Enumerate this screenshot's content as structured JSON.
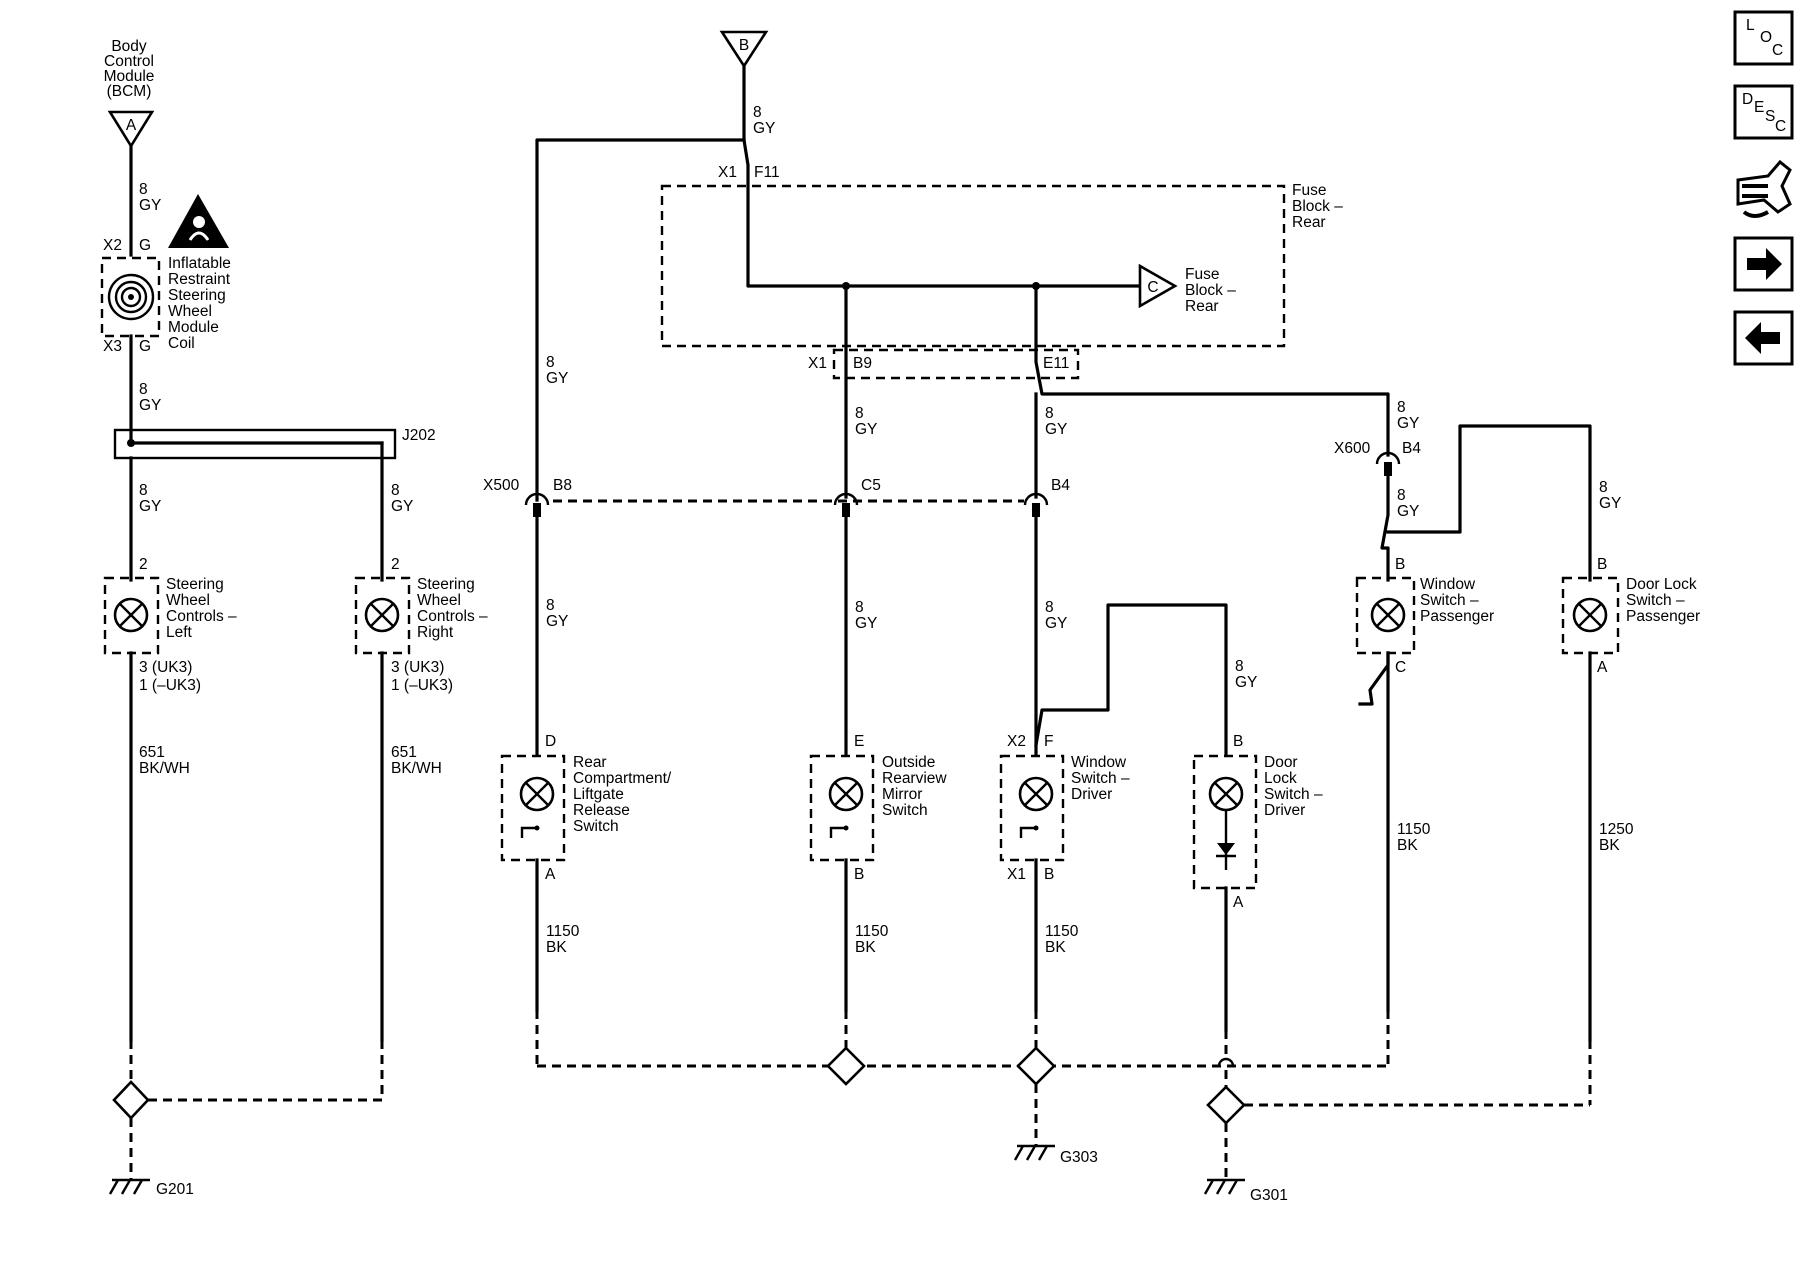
{
  "bcm": {
    "lines": [
      "Body",
      "Control",
      "Module",
      "(BCM)"
    ]
  },
  "connectors": {
    "A": "A",
    "B": "B",
    "C": "C"
  },
  "wire8gy": {
    "gauge": "8",
    "color": "GY"
  },
  "wire1150bk": {
    "gauge": "1150",
    "color": "BK"
  },
  "wire1250bk": {
    "gauge": "1250",
    "color": "BK"
  },
  "wire651": {
    "gauge": "651",
    "color": "BK/WH"
  },
  "airbag": {
    "x2": "X2",
    "x3": "X3",
    "pin": "G",
    "lines": [
      "Inflatable",
      "Restraint",
      "Steering",
      "Wheel",
      "Module",
      "Coil"
    ]
  },
  "splice_j202": "J202",
  "fuse_block": {
    "lines": [
      "Fuse",
      "Block –",
      "Rear"
    ],
    "x1": "X1",
    "f11": "F11",
    "b9": "B9",
    "e11": "E11"
  },
  "fuse_block_c": {
    "lines": [
      "Fuse",
      "Block –",
      "Rear"
    ]
  },
  "x500": {
    "label": "X500",
    "b8": "B8",
    "c5": "C5",
    "b4": "B4"
  },
  "x600": {
    "label": "X600",
    "b4": "B4"
  },
  "components": {
    "swc_left": {
      "pin_top": "2",
      "lines": [
        "Steering",
        "Wheel",
        "Controls –",
        "Left"
      ],
      "pin_bot1": "3 (UK3)",
      "pin_bot2": "1 (–UK3)"
    },
    "swc_right": {
      "pin_top": "2",
      "lines": [
        "Steering",
        "Wheel",
        "Controls –",
        "Right"
      ],
      "pin_bot1": "3 (UK3)",
      "pin_bot2": "1 (–UK3)"
    },
    "rear_comp": {
      "pin_top": "D",
      "pin_bot": "A",
      "lines": [
        "Rear",
        "Compartment/",
        "Liftgate",
        "Release",
        "Switch"
      ]
    },
    "mirror": {
      "pin_top": "E",
      "pin_bot": "B",
      "lines": [
        "Outside",
        "Rearview",
        "Mirror",
        "Switch"
      ]
    },
    "win_driver": {
      "conn_top": "X2",
      "pin_top": "F",
      "conn_bot": "X1",
      "pin_bot": "B",
      "lines": [
        "Window",
        "Switch –",
        "Driver"
      ]
    },
    "door_driver": {
      "pin_top": "B",
      "pin_bot": "A",
      "lines": [
        "Door",
        "Lock",
        "Switch –",
        "Driver"
      ]
    },
    "win_pass": {
      "pin_top": "B",
      "pin_bot": "C",
      "lines": [
        "Window",
        "Switch –",
        "Passenger"
      ]
    },
    "door_pass": {
      "pin_top": "B",
      "pin_bot": "A",
      "lines": [
        "Door Lock",
        "Switch –",
        "Passenger"
      ]
    }
  },
  "grounds": {
    "g201": "G201",
    "g303": "G303",
    "g301": "G301"
  },
  "nav": {
    "loc": [
      "L",
      "O",
      "C"
    ],
    "desc": [
      "D",
      "E",
      "S",
      "C"
    ],
    "icons": [
      "connector-icon",
      "arrow-right-icon",
      "arrow-left-icon"
    ]
  }
}
